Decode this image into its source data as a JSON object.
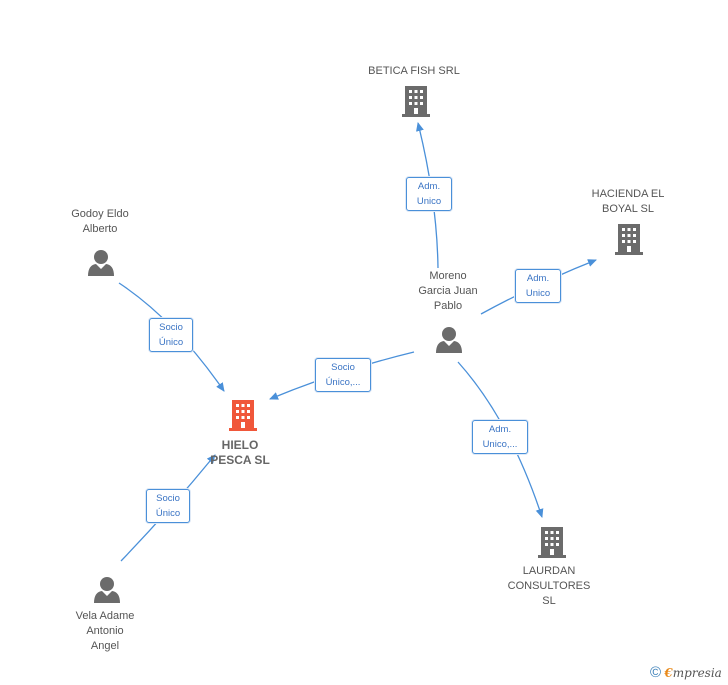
{
  "nodes": {
    "betica": {
      "label": "BETICA FISH SRL"
    },
    "hacienda": {
      "label": "HACIENDA EL\nBOYAL SL"
    },
    "godoy": {
      "label": "Godoy Eldo\nAlberto"
    },
    "moreno": {
      "label": "Moreno\nGarcia Juan\nPablo"
    },
    "hielo": {
      "label": "HIELO\nPESCA SL"
    },
    "laurdan": {
      "label": "LAURDAN\nCONSULTORES\nSL"
    },
    "vela": {
      "label": "Vela Adame\nAntonio\nAngel"
    }
  },
  "edges": {
    "moreno_betica": {
      "label": "Adm.\nUnico"
    },
    "moreno_hacienda": {
      "label": "Adm.\nUnico"
    },
    "godoy_hielo": {
      "label": "Socio\nÚnico"
    },
    "moreno_hielo": {
      "label": "Socio\nÚnico,..."
    },
    "moreno_laurdan": {
      "label": "Adm.\nUnico,..."
    },
    "vela_hielo": {
      "label": "Socio\nÚnico"
    }
  },
  "colors": {
    "company": "#6b6b6b",
    "company_main": "#f0573a",
    "person": "#6b6b6b",
    "edge": "#4a90d9"
  },
  "footer": {
    "copyright": "©",
    "brand_e": "€",
    "brand_rest": "mpresia"
  }
}
